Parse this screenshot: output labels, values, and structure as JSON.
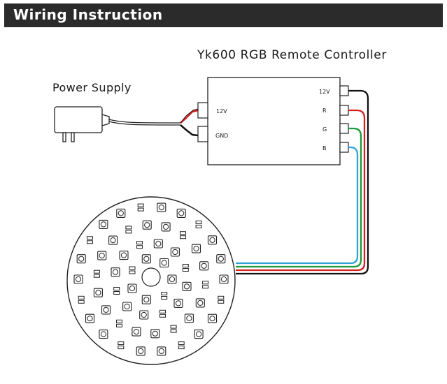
{
  "header": {
    "title": "Wiring Instruction"
  },
  "controller": {
    "title": "Yk600 RGB Remote Controller",
    "input_labels": [
      "12V",
      "GND"
    ],
    "output_labels": [
      "12V",
      "R",
      "G",
      "B"
    ]
  },
  "power_supply": {
    "label": "Power Supply"
  },
  "colors": {
    "header_bg": "#2b2b2b",
    "wire_black": "#111111",
    "wire_red": "#d42020",
    "wire_green": "#1e9a3c",
    "wire_blue": "#2fa3d8"
  },
  "icons": [
    "power-adapter-icon",
    "led-panel-icon",
    "controller-box-icon"
  ]
}
